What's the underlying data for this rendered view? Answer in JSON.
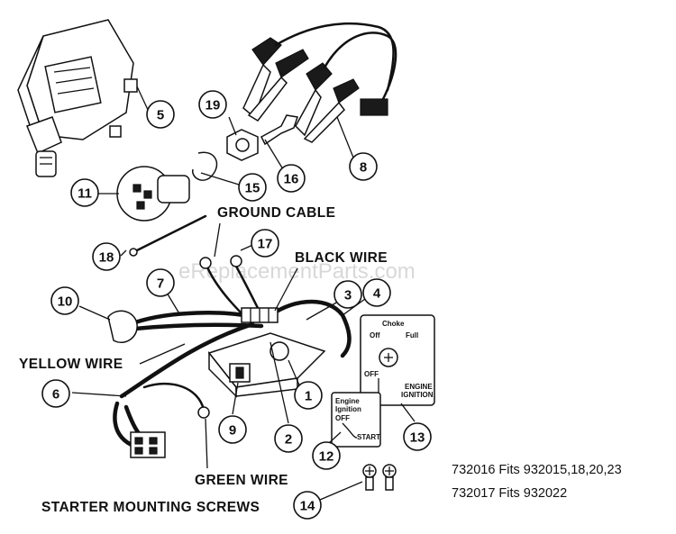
{
  "watermark": "eReplacementParts.com",
  "labels": {
    "ground_cable": "GROUND CABLE",
    "black_wire": "BLACK WIRE",
    "yellow_wire": "YELLOW WIRE",
    "green_wire": "GREEN WIRE",
    "starter_screws": "STARTER MOUNTING SCREWS"
  },
  "callouts": [
    "1",
    "2",
    "3",
    "4",
    "5",
    "6",
    "7",
    "8",
    "9",
    "10",
    "11",
    "12",
    "13",
    "14",
    "15",
    "16",
    "17",
    "18",
    "19"
  ],
  "choke_panel": {
    "title": "Choke",
    "off": "Off",
    "full": "Full",
    "bottom_left": "OFF",
    "engine": "ENGINE",
    "ignition": "IGNITION"
  },
  "key_panel": {
    "line1": "Engine",
    "line2": "Ignition",
    "off": "OFF",
    "start": "START"
  },
  "fits": [
    "732016 Fits 932015,18,20,23",
    "732017 Fits 932022"
  ]
}
